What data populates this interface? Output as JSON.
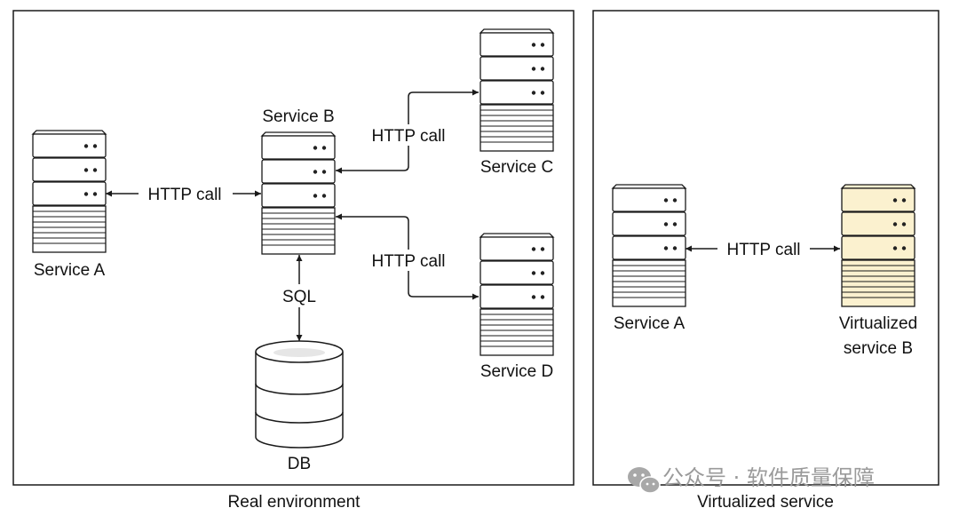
{
  "panels": {
    "real": {
      "caption": "Real environment"
    },
    "virtual": {
      "caption": "Virtualized service"
    }
  },
  "real": {
    "service_a": "Service A",
    "service_b": "Service B",
    "service_c": "Service C",
    "service_d": "Service D",
    "db": "DB",
    "http_ab": "HTTP call",
    "http_bc": "HTTP call",
    "http_bd": "HTTP call",
    "sql": "SQL"
  },
  "virtual": {
    "service_a": "Service A",
    "virtualized_b_line1": "Virtualized",
    "virtualized_b_line2": "service B",
    "http": "HTTP call"
  },
  "colors": {
    "outline": "#1a1a1a",
    "server_fill": "#ffffff",
    "virtual_server_fill": "#fbf1cf",
    "db_top": "#e6e6e6"
  },
  "watermark": "公众号 · 软件质量保障",
  "watermark_icon": "wechat-icon"
}
